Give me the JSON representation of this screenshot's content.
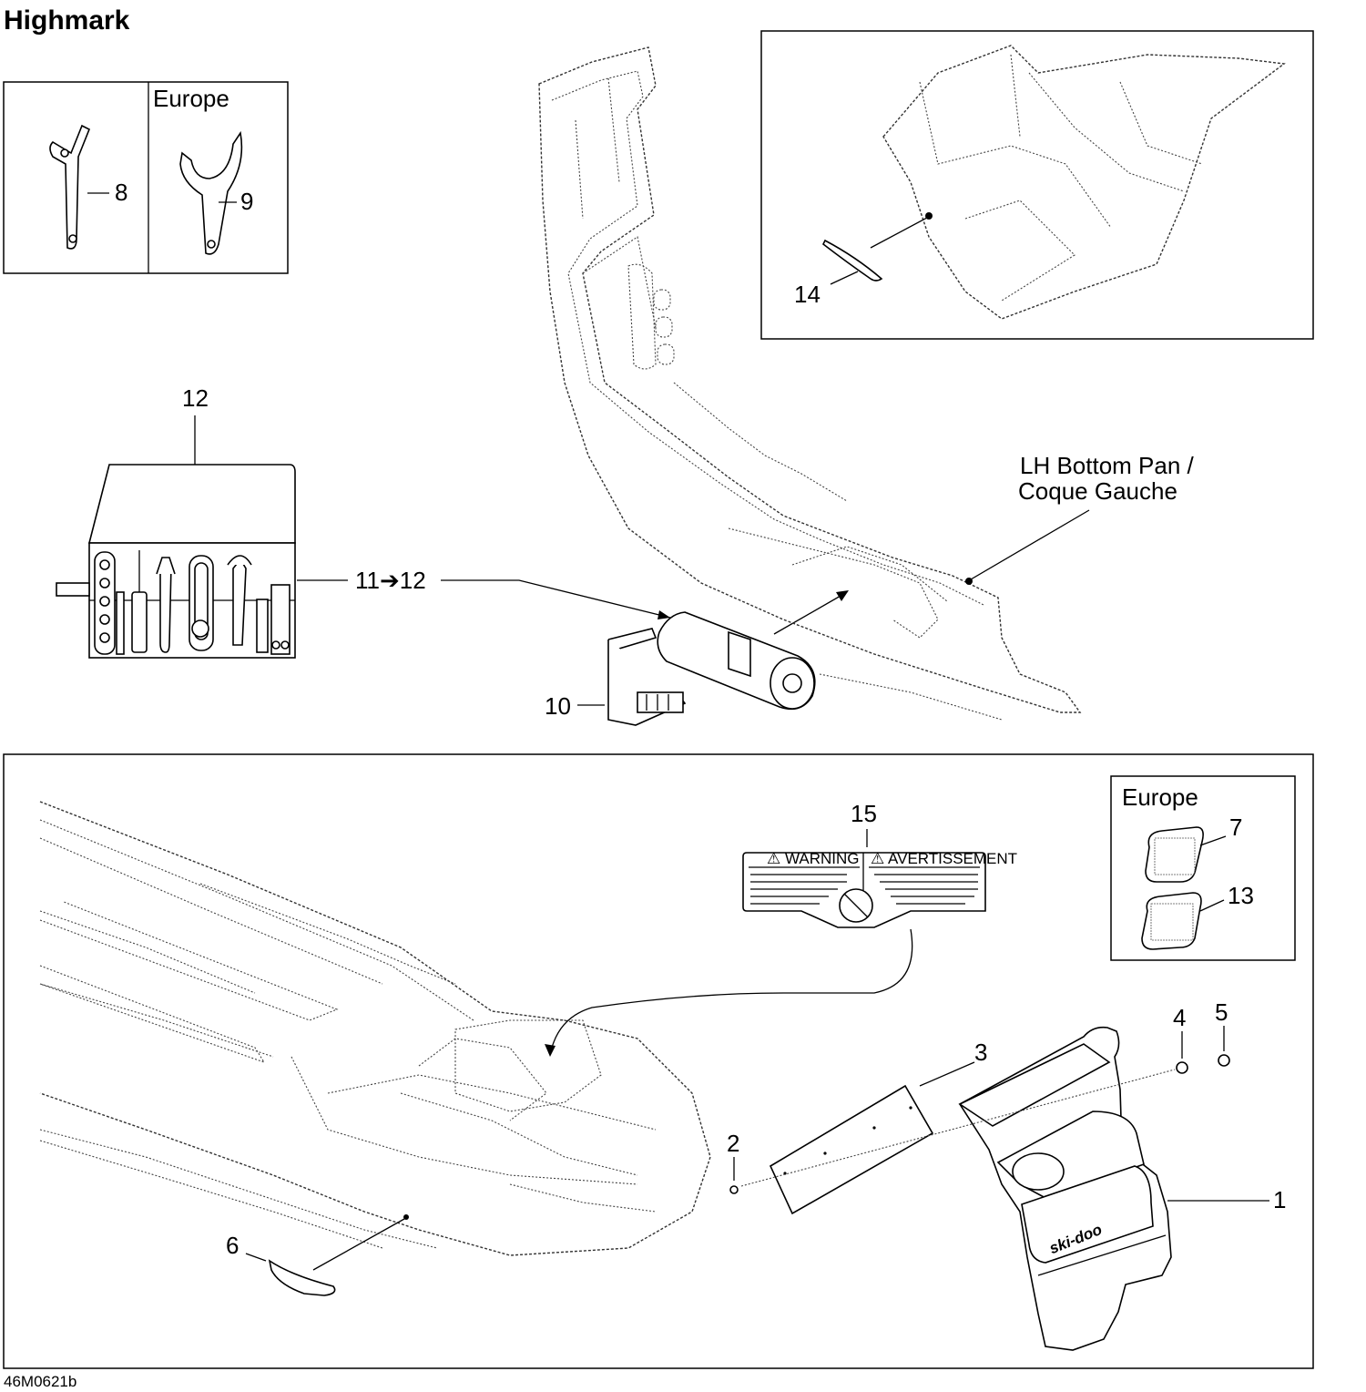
{
  "title": "Highmark",
  "figure_code": "46M0621b",
  "insets": {
    "wrench_region": "Europe",
    "decal_region": "Europe"
  },
  "callouts": {
    "c1": "1",
    "c2": "2",
    "c3": "3",
    "c4": "4",
    "c5": "5",
    "c6": "6",
    "c7": "7",
    "c8": "8",
    "c9": "9",
    "c10": "10",
    "c11_12": "11➔12",
    "c12": "12",
    "c13": "13",
    "c14": "14",
    "c15": "15"
  },
  "bottom_pan_label": {
    "line1": "LH Bottom Pan /",
    "line2": "Coque Gauche"
  },
  "warning_label": {
    "left_header": "⚠ WARNING",
    "right_header": "⚠ AVERTISSEMENT"
  },
  "mud_flap_brand": "ski-doo"
}
